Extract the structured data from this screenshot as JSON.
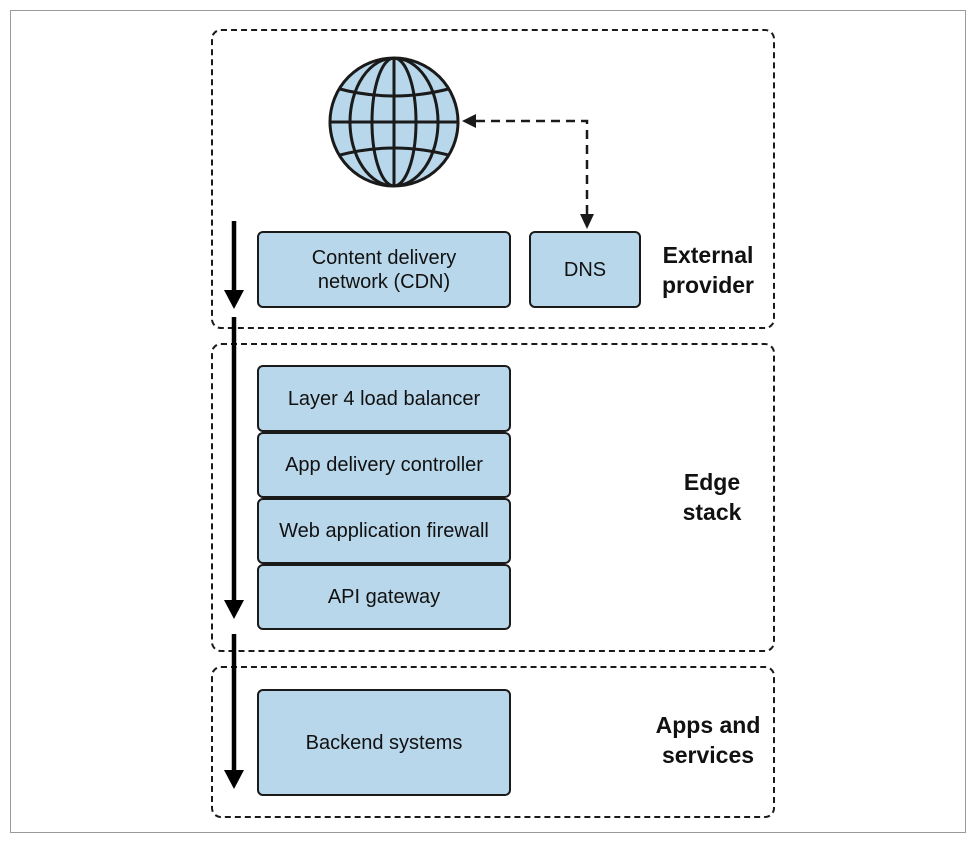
{
  "zones": {
    "external": {
      "label_line1": "External",
      "label_line2": "provider"
    },
    "edge": {
      "label": "Edge stack"
    },
    "apps": {
      "label_line1": "Apps and",
      "label_line2": "services"
    }
  },
  "boxes": {
    "cdn": {
      "line1": "Content delivery",
      "line2": "network (CDN)"
    },
    "dns": {
      "label": "DNS"
    },
    "l4": {
      "label": "Layer 4 load balancer"
    },
    "adc": {
      "label": "App delivery controller"
    },
    "waf": {
      "label": "Web application firewall"
    },
    "api": {
      "label": "API gateway"
    },
    "backend": {
      "label": "Backend systems"
    }
  },
  "colors": {
    "box_fill": "#b9d7ea",
    "globe_fill": "#b9d7ea",
    "stroke": "#1a1a1a"
  },
  "icons": {
    "globe": "globe-icon"
  }
}
